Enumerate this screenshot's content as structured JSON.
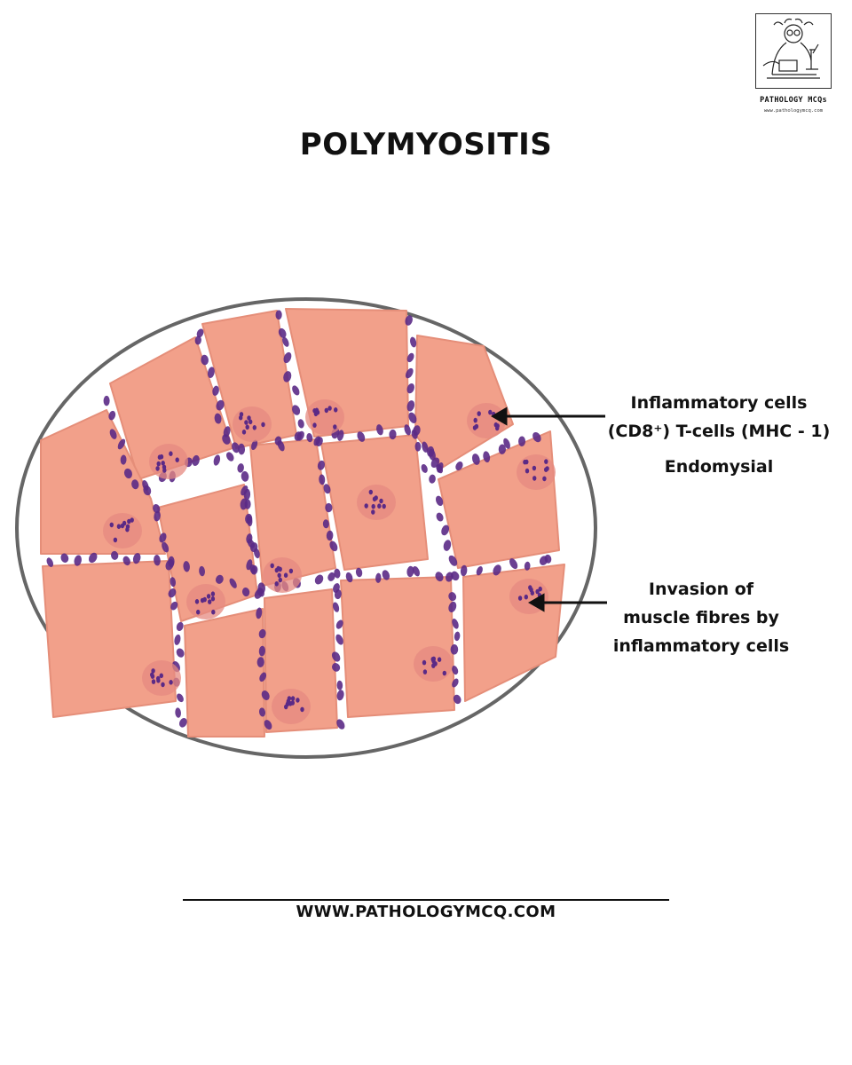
{
  "brand": {
    "name": "PATHOLOGY MCQs",
    "url_small": "www.pathologymcq.com"
  },
  "title": "POLYMYOSITIS",
  "labels": {
    "inflammatory_line1": "Inflammatory cells",
    "inflammatory_line2": "(CD8⁺) T-cells (MHC - 1)",
    "endomysial": "Endomysial",
    "invasion_line1": "Invasion of",
    "invasion_line2": "muscle fibres by",
    "invasion_line3": "inflammatory cells"
  },
  "footer": "WWW.PATHOLOGYMCQ.COM",
  "colors": {
    "fibre": "#F2A08A",
    "fibre_edge": "#E58E79",
    "cell": "#5B2A86",
    "focus": "#E68A80",
    "outline": "#666666",
    "text": "#111111"
  }
}
